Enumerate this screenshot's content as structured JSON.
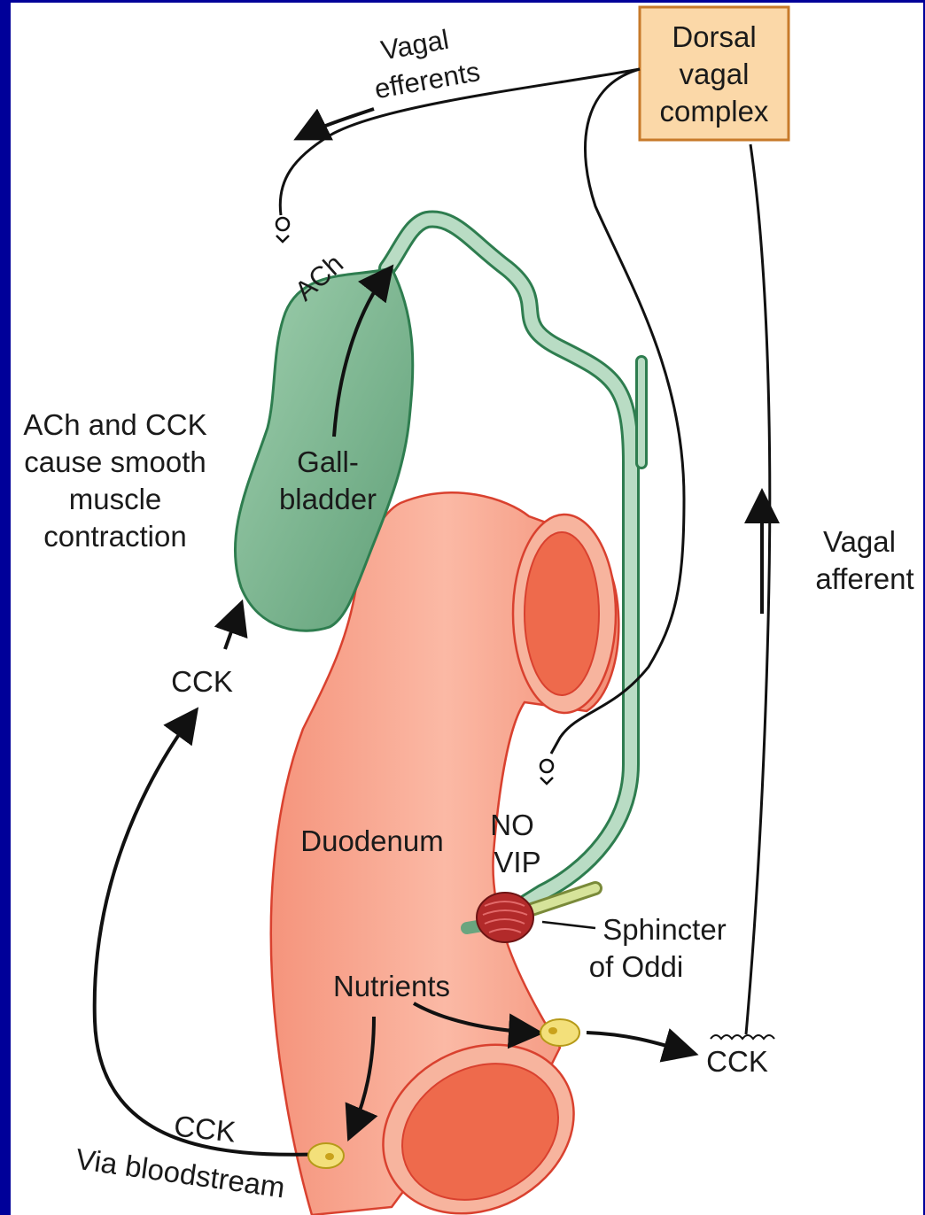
{
  "colors": {
    "border": "#000099",
    "background": "#ffffff",
    "gallbladder": "#7fb894",
    "gallbladder_outline": "#2e7d4f",
    "duct": "#b9dcc4",
    "duodenum": "#f79e86",
    "duodenum_outline": "#d9412f",
    "lumen": "#ee6a4c",
    "box_fill": "#fbd8a8",
    "box_outline": "#c77a2a",
    "sphincter": "#b22a2a",
    "cell": "#f3e07a"
  },
  "labels": {
    "dvc_line1": "Dorsal",
    "dvc_line2": "vagal",
    "dvc_line3": "complex",
    "vagal_efferents_1": "Vagal",
    "vagal_efferents_2": "efferents",
    "ach_top": "ACh",
    "contraction_1": "ACh and CCK",
    "contraction_2": "cause smooth",
    "contraction_3": "muscle",
    "contraction_4": "contraction",
    "gallbladder_1": "Gall-",
    "gallbladder_2": "bladder",
    "vagal_afferent_1": "Vagal",
    "vagal_afferent_2": "afferent",
    "cck_left": "CCK",
    "duodenum": "Duodenum",
    "no": "NO",
    "vip": "VIP",
    "sphincter_1": "Sphincter",
    "sphincter_2": "of Oddi",
    "nutrients": "Nutrients",
    "cck_right": "CCK",
    "cck_bottom": "CCK",
    "via_bloodstream": "Via bloodstream"
  },
  "icons": [
    "synapse-icon",
    "enteroendocrine-cell-icon",
    "nerve-ending-icon",
    "arrow-icon"
  ]
}
